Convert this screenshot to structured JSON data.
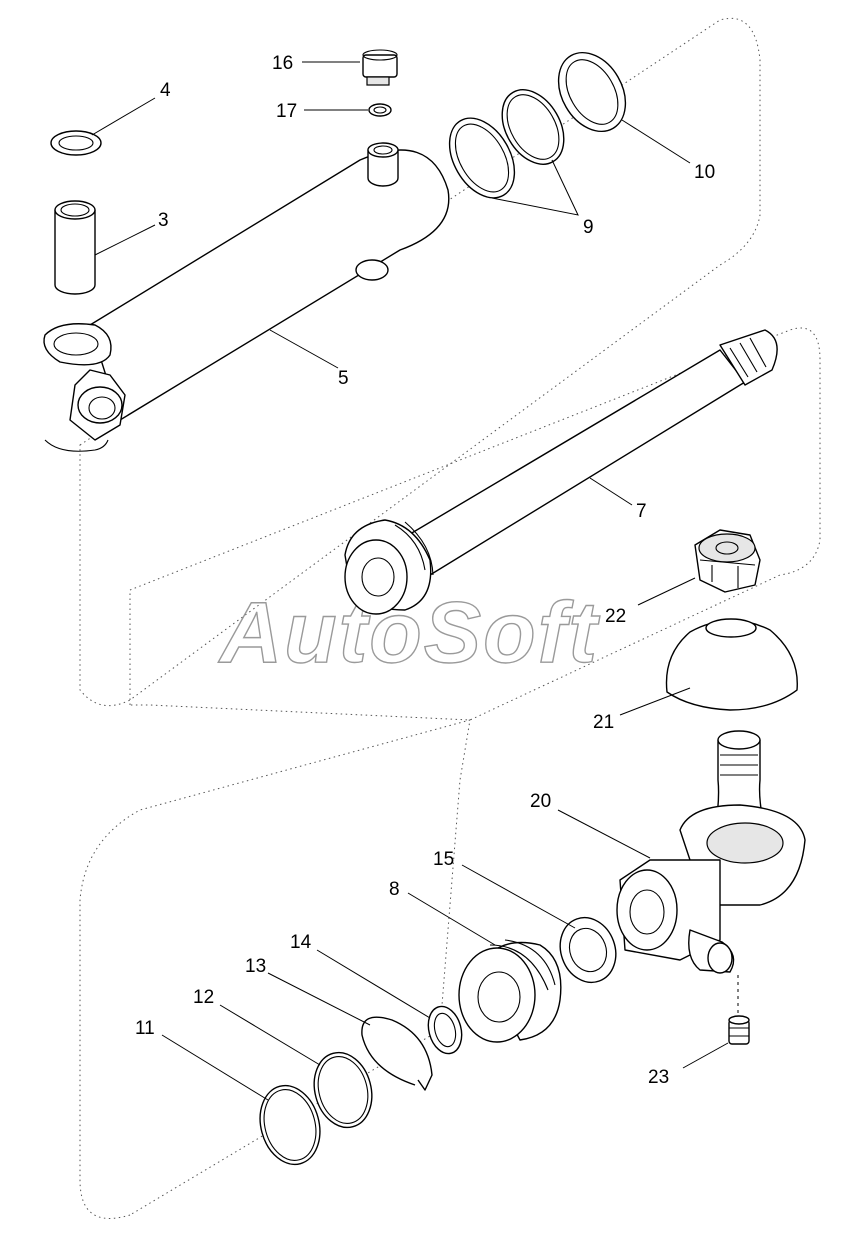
{
  "watermark": "AutoSoft",
  "callouts": {
    "c3": "3",
    "c4": "4",
    "c5": "5",
    "c7": "7",
    "c8": "8",
    "c9": "9",
    "c10": "10",
    "c11": "11",
    "c12": "12",
    "c13": "13",
    "c14": "14",
    "c15": "15",
    "c16": "16",
    "c17": "17",
    "c20": "20",
    "c21": "21",
    "c22": "22",
    "c23": "23"
  }
}
